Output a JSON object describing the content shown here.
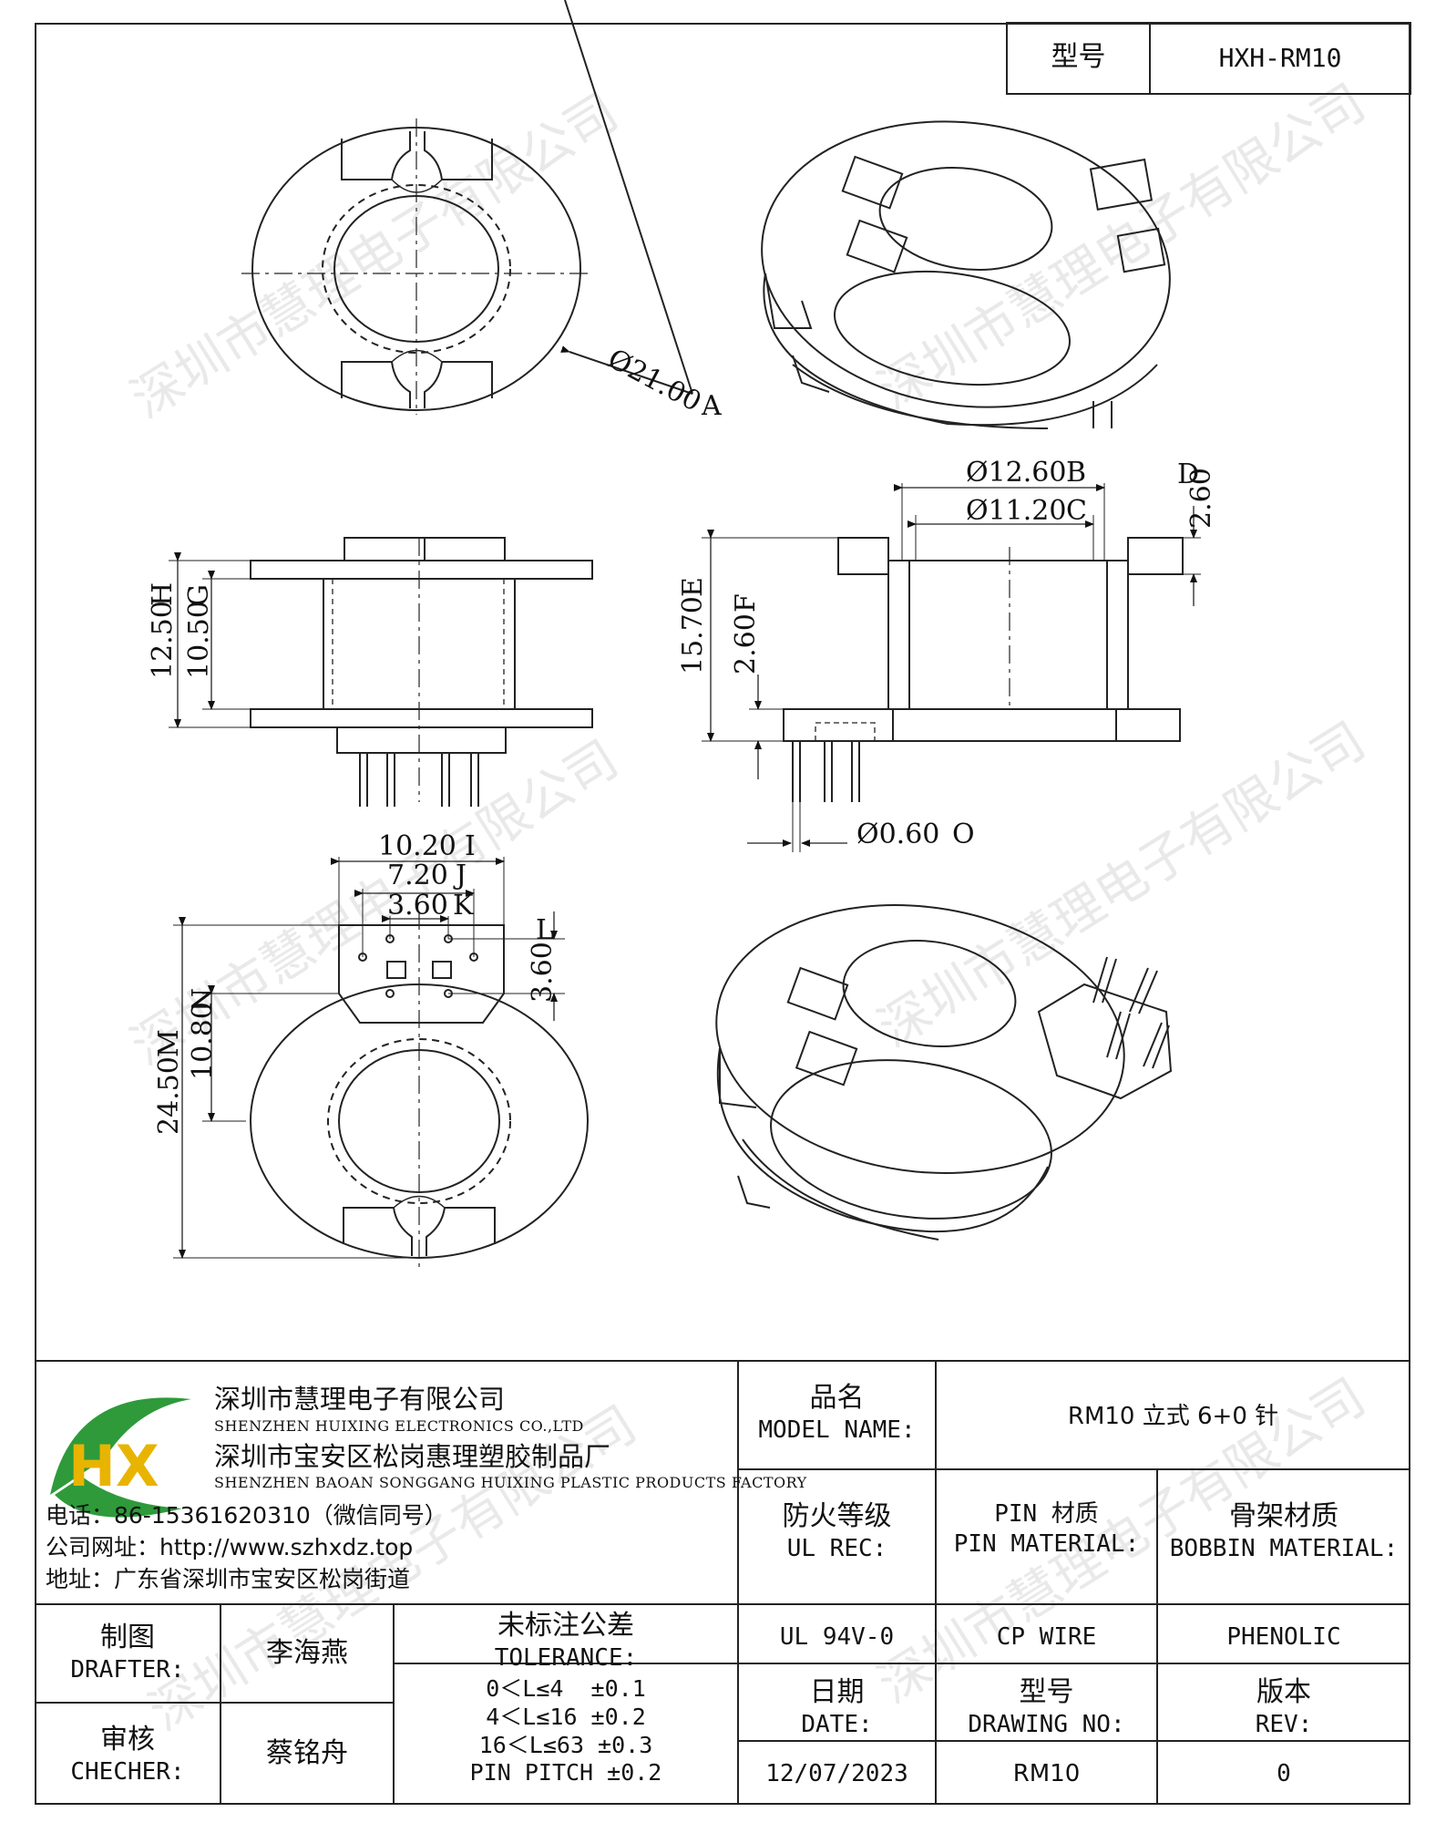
{
  "header": {
    "label": "型号",
    "value": "HXH-RM10"
  },
  "dimensions": {
    "a": "Ø21.00",
    "a_tag": "A",
    "b": "Ø12.60",
    "b_tag": "B",
    "c": "Ø11.20",
    "c_tag": "C",
    "d": "2.60",
    "d_tag": "D",
    "e": "15.70",
    "e_tag": "E",
    "f": "2.60",
    "f_tag": "F",
    "g": "10.50",
    "g_tag": "G",
    "h": "12.50",
    "h_tag": "H",
    "i": "10.20",
    "i_tag": "I",
    "j": "7.20",
    "j_tag": "J",
    "k": "3.60",
    "k_tag": "K",
    "l": "3.60",
    "l_tag": "L",
    "m": "24.50",
    "m_tag": "M",
    "n": "10.80",
    "n_tag": "N",
    "o": "Ø0.60",
    "o_tag": "O"
  },
  "watermark": "深圳市慧理电子有限公司",
  "company": {
    "logo_letters": "HX",
    "name_cn": "深圳市慧理电子有限公司",
    "name_en": "SHENZHEN HUIXING ELECTRONICS CO.,LTD",
    "factory_cn": "深圳市宝安区松岗惠理塑胶制品厂",
    "factory_en": "SHENZHEN BAOAN SONGGANG HUIXING PLASTIC PRODUCTS FACTORY",
    "phone": "电话：86-15361620310（微信同号）",
    "website": "公司网址：http://www.szhxdz.top",
    "address": "地址：广东省深圳市宝安区松岗街道"
  },
  "title_block": {
    "model_name_cn": "品名",
    "model_name_en": "MODEL NAME:",
    "model_name_value": "RM10 立式 6+0 针",
    "ul_cn": "防火等级",
    "ul_en": "UL REC:",
    "pin_cn": "PIN 材质",
    "pin_en": "PIN MATERIAL:",
    "bobbin_cn": "骨架材质",
    "bobbin_en": "BOBBIN MATERIAL:",
    "ul_value": "UL 94V-0",
    "pin_value": "CP WIRE",
    "bobbin_value": "PHENOLIC",
    "drafter_cn": "制图",
    "drafter_en": "DRAFTER:",
    "drafter_name": "李海燕",
    "checker_cn": "审核",
    "checker_en": "CHECHER:",
    "checker_name": "蔡铭舟",
    "tolerance_cn": "未标注公差",
    "tolerance_en": "TOLERANCE:",
    "tolerance_lines": [
      "0＜L≤4  ±0.1",
      "4＜L≤16 ±0.2",
      "16＜L≤63 ±0.3",
      "PIN PITCH ±0.2"
    ],
    "date_cn": "日期",
    "date_en": "DATE:",
    "date_value": "12/07/2023",
    "drawing_no_cn": "型号",
    "drawing_no_en": "DRAWING NO:",
    "drawing_no_value": "RM10",
    "rev_cn": "版本",
    "rev_en": "REV:",
    "rev_value": "0"
  },
  "colors": {
    "logo_green": "#2e9a3a",
    "logo_yellow": "#e8b400",
    "line": "#222222"
  }
}
